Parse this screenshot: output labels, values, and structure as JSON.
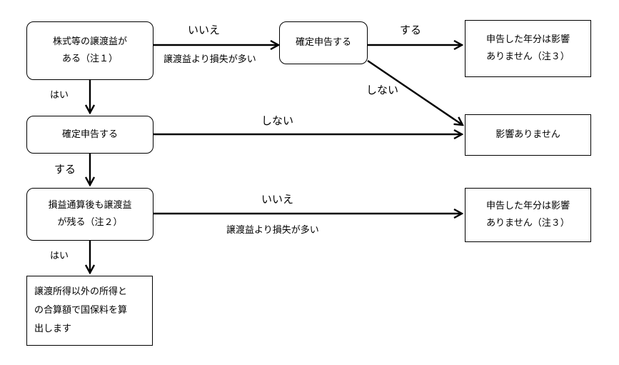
{
  "nodes": {
    "start": "株式等の譲渡益が\nある（注１）",
    "file1": "確定申告する",
    "file2": "確定申告する",
    "result1": "申告した年分は影響\nありません（注３）",
    "no_effect": "影響ありません",
    "remain": "損益通算後も譲渡益\nが残る（注２）",
    "result2": "申告した年分は影響\nありません（注３）",
    "final": "譲渡所得以外の所得と\nの合算額で国保料を算\n出します"
  },
  "labels": {
    "iie1": "いいえ",
    "loss1": "譲渡益より損失が多い",
    "suru1": "する",
    "shinai1": "しない",
    "hai1": "はい",
    "shinai2": "しない",
    "suru2": "する",
    "iie2": "いいえ",
    "loss2": "譲渡益より損失が多い",
    "hai2": "はい"
  }
}
